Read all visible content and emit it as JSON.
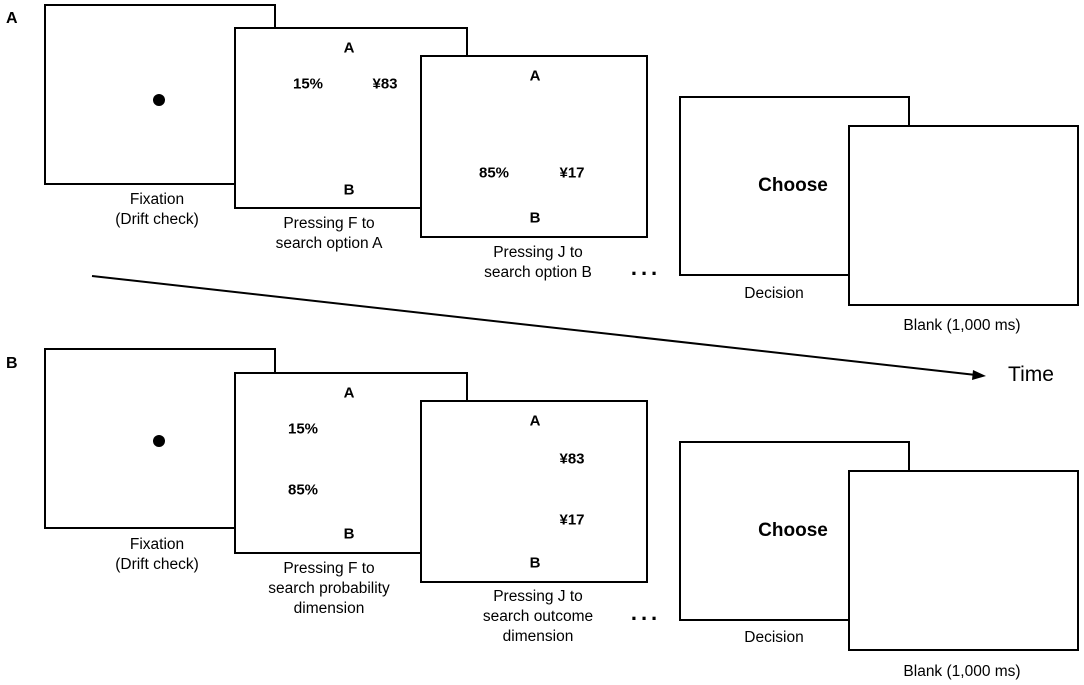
{
  "panel_a": {
    "label": "A",
    "fixation": {
      "line1": "Fixation",
      "line2": "(Drift check)"
    },
    "screen2": {
      "top": "A",
      "bottom": "B",
      "left_value": "15%",
      "right_value": "¥83",
      "caption1": "Pressing F to",
      "caption2": "search option A"
    },
    "screen3": {
      "top": "A",
      "bottom": "B",
      "left_value": "85%",
      "right_value": "¥17",
      "caption1": "Pressing J to",
      "caption2": "search option B"
    },
    "ellipsis": "...",
    "decision": {
      "text": "Choose",
      "caption": "Decision"
    },
    "blank": {
      "caption": "Blank (1,000 ms)"
    }
  },
  "time_label": "Time",
  "panel_b": {
    "label": "B",
    "fixation": {
      "line1": "Fixation",
      "line2": "(Drift check)"
    },
    "screen2": {
      "top": "A",
      "bottom": "B",
      "upper_value": "15%",
      "lower_value": "85%",
      "caption1": "Pressing F to",
      "caption2": "search probability",
      "caption3": "dimension"
    },
    "screen3": {
      "top": "A",
      "bottom": "B",
      "upper_value": "¥83",
      "lower_value": "¥17",
      "caption1": "Pressing J to",
      "caption2": "search outcome",
      "caption3": "dimension"
    },
    "ellipsis": "...",
    "decision": {
      "text": "Choose",
      "caption": "Decision"
    },
    "blank": {
      "caption": "Blank (1,000 ms)"
    }
  }
}
